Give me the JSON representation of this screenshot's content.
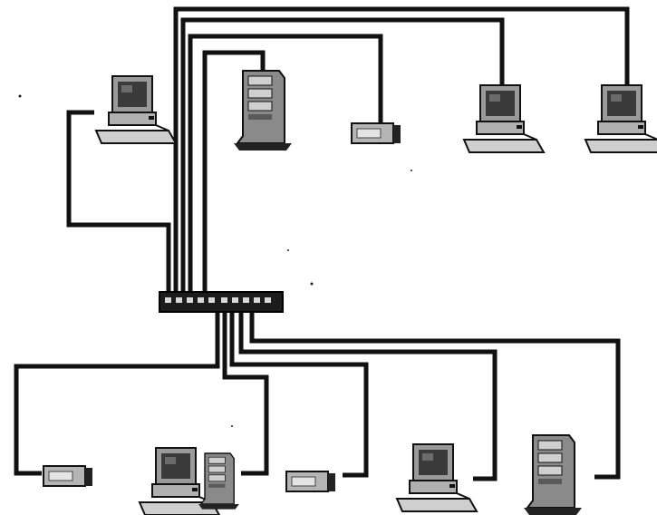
{
  "diagram": {
    "kind": "network-star-topology",
    "background": "#ffffff",
    "line_color": "#111111",
    "hub_color": "#1c1c1c",
    "device_colors": {
      "monitor_frame": "#9a9a9a",
      "monitor_screen": "#3a3a3a",
      "keyboard": "#c8c8c8",
      "tower": "#8a8a8a",
      "peripheral": "#b5b5b5",
      "shadow": "#222222"
    },
    "nodes": [
      {
        "id": "hub",
        "type": "switch-hub",
        "label": ""
      },
      {
        "id": "top-workstation-left",
        "type": "workstation",
        "label": ""
      },
      {
        "id": "top-server",
        "type": "tower-server",
        "label": ""
      },
      {
        "id": "top-printer",
        "type": "printer",
        "label": ""
      },
      {
        "id": "top-workstation-mid",
        "type": "workstation",
        "label": ""
      },
      {
        "id": "top-workstation-right",
        "type": "workstation",
        "label": ""
      },
      {
        "id": "bottom-printer-left",
        "type": "printer",
        "label": ""
      },
      {
        "id": "bottom-desktop-with-tower",
        "type": "workstation-with-tower",
        "label": ""
      },
      {
        "id": "bottom-printer-mid",
        "type": "printer",
        "label": ""
      },
      {
        "id": "bottom-workstation",
        "type": "workstation",
        "label": ""
      },
      {
        "id": "bottom-server",
        "type": "tower-server",
        "label": ""
      }
    ],
    "links": [
      {
        "from": "hub",
        "to": "top-workstation-left"
      },
      {
        "from": "hub",
        "to": "top-server"
      },
      {
        "from": "hub",
        "to": "top-printer"
      },
      {
        "from": "hub",
        "to": "top-workstation-mid"
      },
      {
        "from": "hub",
        "to": "top-workstation-right"
      },
      {
        "from": "hub",
        "to": "bottom-printer-left"
      },
      {
        "from": "hub",
        "to": "bottom-desktop-with-tower"
      },
      {
        "from": "hub",
        "to": "bottom-printer-mid"
      },
      {
        "from": "hub",
        "to": "bottom-workstation"
      },
      {
        "from": "hub",
        "to": "bottom-server"
      }
    ]
  }
}
